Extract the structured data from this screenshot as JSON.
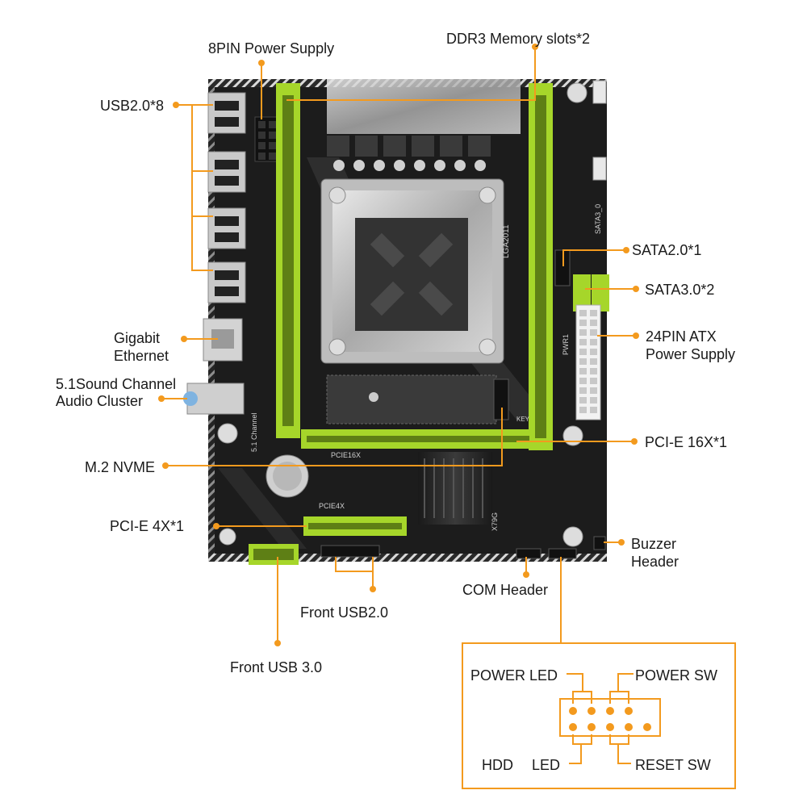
{
  "labels": {
    "power8": "8PIN Power Supply",
    "ddr3": "DDR3 Memory slots*2",
    "usb2": "USB2.0*8",
    "sata2": "SATA2.0*1",
    "sata3": "SATA3.0*2",
    "gigabit_1": "Gigabit",
    "gigabit_2": "Ethernet",
    "atx_1": "24PIN ATX",
    "atx_2": "Power Supply",
    "audio_1": "5.1Sound Channel",
    "audio_2": "Audio Cluster",
    "pcie16": "PCI-E 16X*1",
    "m2": "M.2 NVME",
    "pcie4": "PCI-E 4X*1",
    "buzzer_1": "Buzzer",
    "buzzer_2": "Header",
    "com": "COM Header",
    "front_usb2": "Front USB2.0",
    "front_usb3": "Front USB 3.0",
    "power_led": "POWER LED",
    "power_sw": "POWER SW",
    "hdd": "HDD",
    "led": "LED",
    "reset_sw": "RESET SW"
  },
  "board_text": {
    "socket": "LGA2011",
    "pcie16_silk": "PCIE16X",
    "pcie4_silk": "PCIE4X",
    "sata3_silk": "SATA3_0",
    "pwr_silk": "PWR1",
    "audio_silk": "5.1 Channel",
    "model_silk": "X79G",
    "key_silk": "KEY"
  },
  "colors": {
    "accent": "#f39a1e",
    "board": "#1c1c1c",
    "slot_green": "#a6d62a",
    "label_text": "#1a1a1a"
  }
}
